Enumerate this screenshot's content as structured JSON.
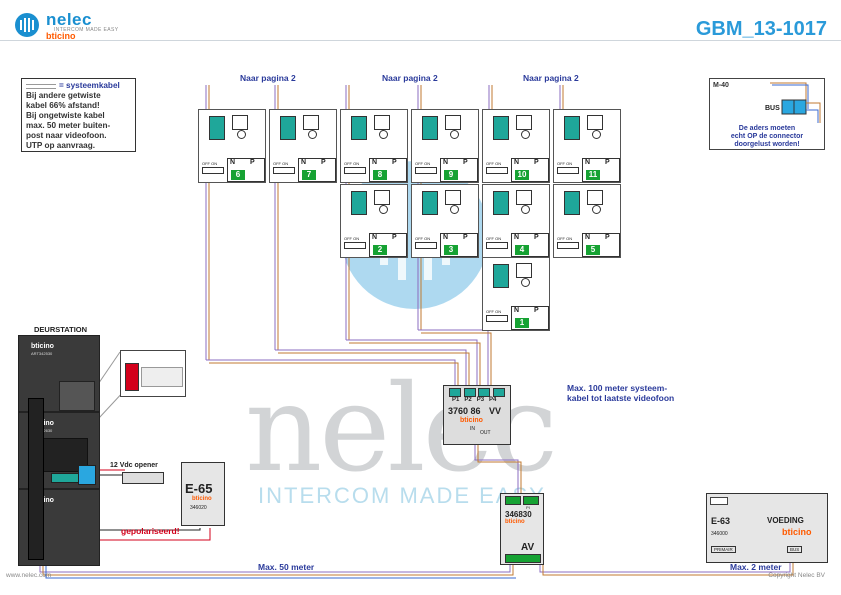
{
  "header": {
    "brand": "nelec",
    "tagline": "INTERCOM MADE EASY",
    "sub_brand": "bticino",
    "doc_id": "GBM_13-1017"
  },
  "note": {
    "legend": "= systeemkabel",
    "lines": [
      "Bij andere getwiste",
      "kabel 66% afstand!",
      "Bij ongetwiste kabel",
      "max. 50 meter buiten-",
      "post naar videofoon.",
      "UTP op aanvraag."
    ]
  },
  "m40": {
    "title": "M-40",
    "bus": "BUS",
    "warning": [
      "De aders moeten",
      "echt OP de connector",
      "doorgelust worden!"
    ]
  },
  "page_refs": [
    "Naar pagina 2",
    "Naar pagina 2",
    "Naar pagina 2"
  ],
  "monitors": [
    {
      "n": "6",
      "sw": "OFF ON"
    },
    {
      "n": "7",
      "sw": "OFF ON"
    },
    {
      "n": "8",
      "sw": "OFF ON"
    },
    {
      "n": "9",
      "sw": "OFF ON"
    },
    {
      "n": "10",
      "sw": "OFF ON"
    },
    {
      "n": "11",
      "sw": "OFF ON"
    },
    {
      "n": "2",
      "sw": "OFF ON"
    },
    {
      "n": "3",
      "sw": "OFF ON"
    },
    {
      "n": "4",
      "sw": "OFF ON"
    },
    {
      "n": "5",
      "sw": "OFF ON"
    },
    {
      "n": "1",
      "sw": "OFF ON"
    }
  ],
  "np": {
    "n": "N",
    "p": "P"
  },
  "distributor": {
    "ports": [
      "P1",
      "P2",
      "P3",
      "P4"
    ],
    "code": "3760 86",
    "vv": "VV",
    "brand": "bticino",
    "in": "IN",
    "out": "OUT"
  },
  "captions": {
    "max100": [
      "Max. 100 meter systeem-",
      "kabel tot laatste videofoon"
    ],
    "max50": "Max. 50 meter",
    "max2": "Max. 2 meter",
    "opener": "12 Vdc opener",
    "polarized": "gepolariseerd!"
  },
  "door": {
    "title": "DEURSTATION",
    "brand1": "bticino",
    "art1": "ART342530",
    "brand2": "bticino",
    "art2": "ART342630",
    "brand3": "bticino",
    "art3": "ART..."
  },
  "e65": {
    "name": "E-65",
    "brand": "bticino",
    "code": "346020"
  },
  "av": {
    "code": "346830",
    "brand": "bticino",
    "mark": "AV",
    "pi": "PI"
  },
  "e63": {
    "name": "E-63",
    "label": "VOEDING",
    "brand": "bticino",
    "code": "346000",
    "primair": "PRIMAIR",
    "bus": "BUS"
  },
  "watermark": {
    "word": "nelec",
    "tagline": "INTERCOM MADE EASY"
  },
  "footer": {
    "left": "www.nelec.com",
    "right": "Copyright Nelec BV"
  },
  "colors": {
    "brand_blue": "#2a9ad9",
    "nelec_blue": "#1a8fd0",
    "bticino_orange": "#ff5a00",
    "terminal_teal": "#1fa79a",
    "number_green": "#16a233",
    "label_navy": "#2a3a9b",
    "warning_red": "#d3001b"
  }
}
